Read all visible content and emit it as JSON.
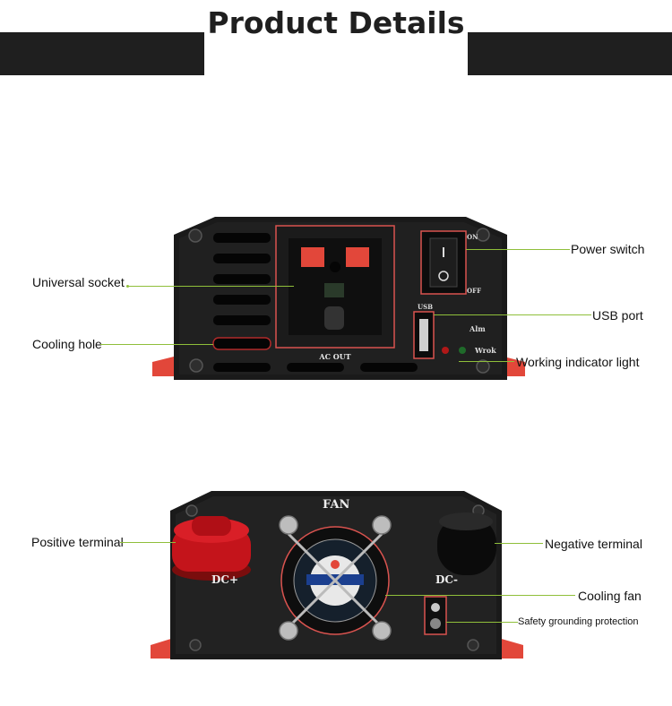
{
  "header": {
    "title": "Product Details"
  },
  "front_panel": {
    "labels": {
      "universal_socket": "Universal socket",
      "cooling_hole": "Cooling hole",
      "power_switch": "Power switch",
      "usb_port": "USB port",
      "working_indicator_light": "Working indicator light"
    },
    "printed": {
      "switch_on": "ON",
      "switch_off": "OFF",
      "usb": "USB",
      "alm": "Alm",
      "work": "Wrok",
      "ac_out": "AC OUT"
    }
  },
  "back_panel": {
    "labels": {
      "positive_terminal": "Positive terminal",
      "negative_terminal": "Negative terminal",
      "cooling_fan": "Cooling fan",
      "safety_grounding": "Safety grounding protection"
    },
    "printed": {
      "fan": "FAN",
      "dc_plus": "DC+",
      "dc_minus": "DC-"
    }
  },
  "colors": {
    "banner": "#1f1f1f",
    "leader_line": "#8fbf3a",
    "accent_red": "#e2473a",
    "panel": "#1a1a1a"
  }
}
